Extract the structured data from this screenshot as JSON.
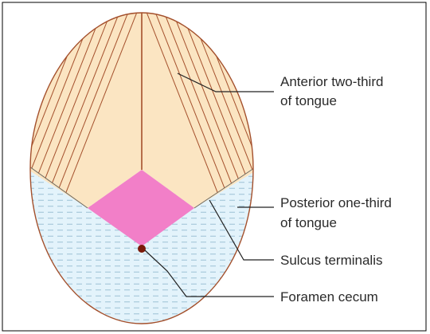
{
  "labels": {
    "anterior": {
      "line1": "Anterior two-third",
      "line2": "of tongue"
    },
    "posterior": {
      "line1": "Posterior one-third",
      "line2": "of tongue"
    },
    "sulcus": "Sulcus terminalis",
    "foramen": "Foramen cecum"
  },
  "colors": {
    "anterior_fill": "#fbe5c2",
    "anterior_hatch": "#a4502c",
    "outline": "#a4502c",
    "posterior_fill": "#e3f3fb",
    "posterior_dashes": "#9dc2d5",
    "central_diamond": "#f27fc8",
    "foramen_dot": "#7a1a0a",
    "callout_lines": "#222222",
    "frame_border": "#000000"
  }
}
